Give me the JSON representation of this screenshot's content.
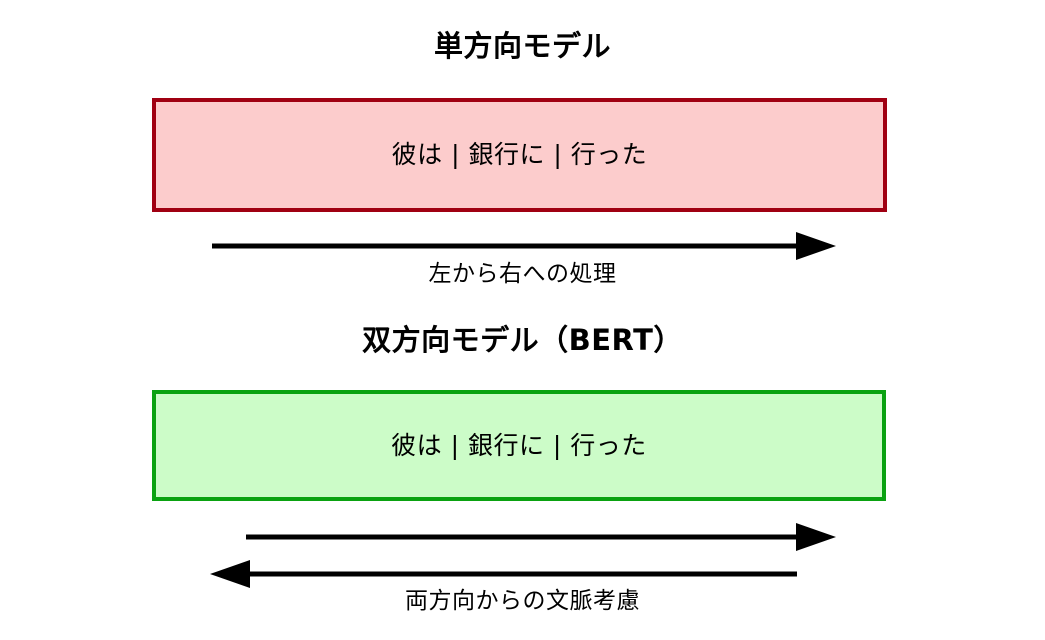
{
  "figure": {
    "background_color": "#ffffff",
    "text_color": "#000000"
  },
  "sections": [
    {
      "id": "unidirectional",
      "title": "単方向モデル",
      "box": {
        "text": "彼は | 銀行に | 行った",
        "fill_color": "#fccccc",
        "border_color": "#a00012"
      },
      "arrows": [
        {
          "name": "left-to-right-arrow",
          "direction": "right",
          "color": "#000000"
        }
      ],
      "caption": "左から右への処理"
    },
    {
      "id": "bidirectional",
      "title": "双方向モデル（BERT）",
      "box": {
        "text": "彼は | 銀行に | 行った",
        "fill_color": "#ccfcc8",
        "border_color": "#0aa211"
      },
      "arrows": [
        {
          "name": "left-to-right-arrow",
          "direction": "right",
          "color": "#000000"
        },
        {
          "name": "right-to-left-arrow",
          "direction": "left",
          "color": "#000000"
        }
      ],
      "caption": "両方向からの文脈考慮"
    }
  ]
}
